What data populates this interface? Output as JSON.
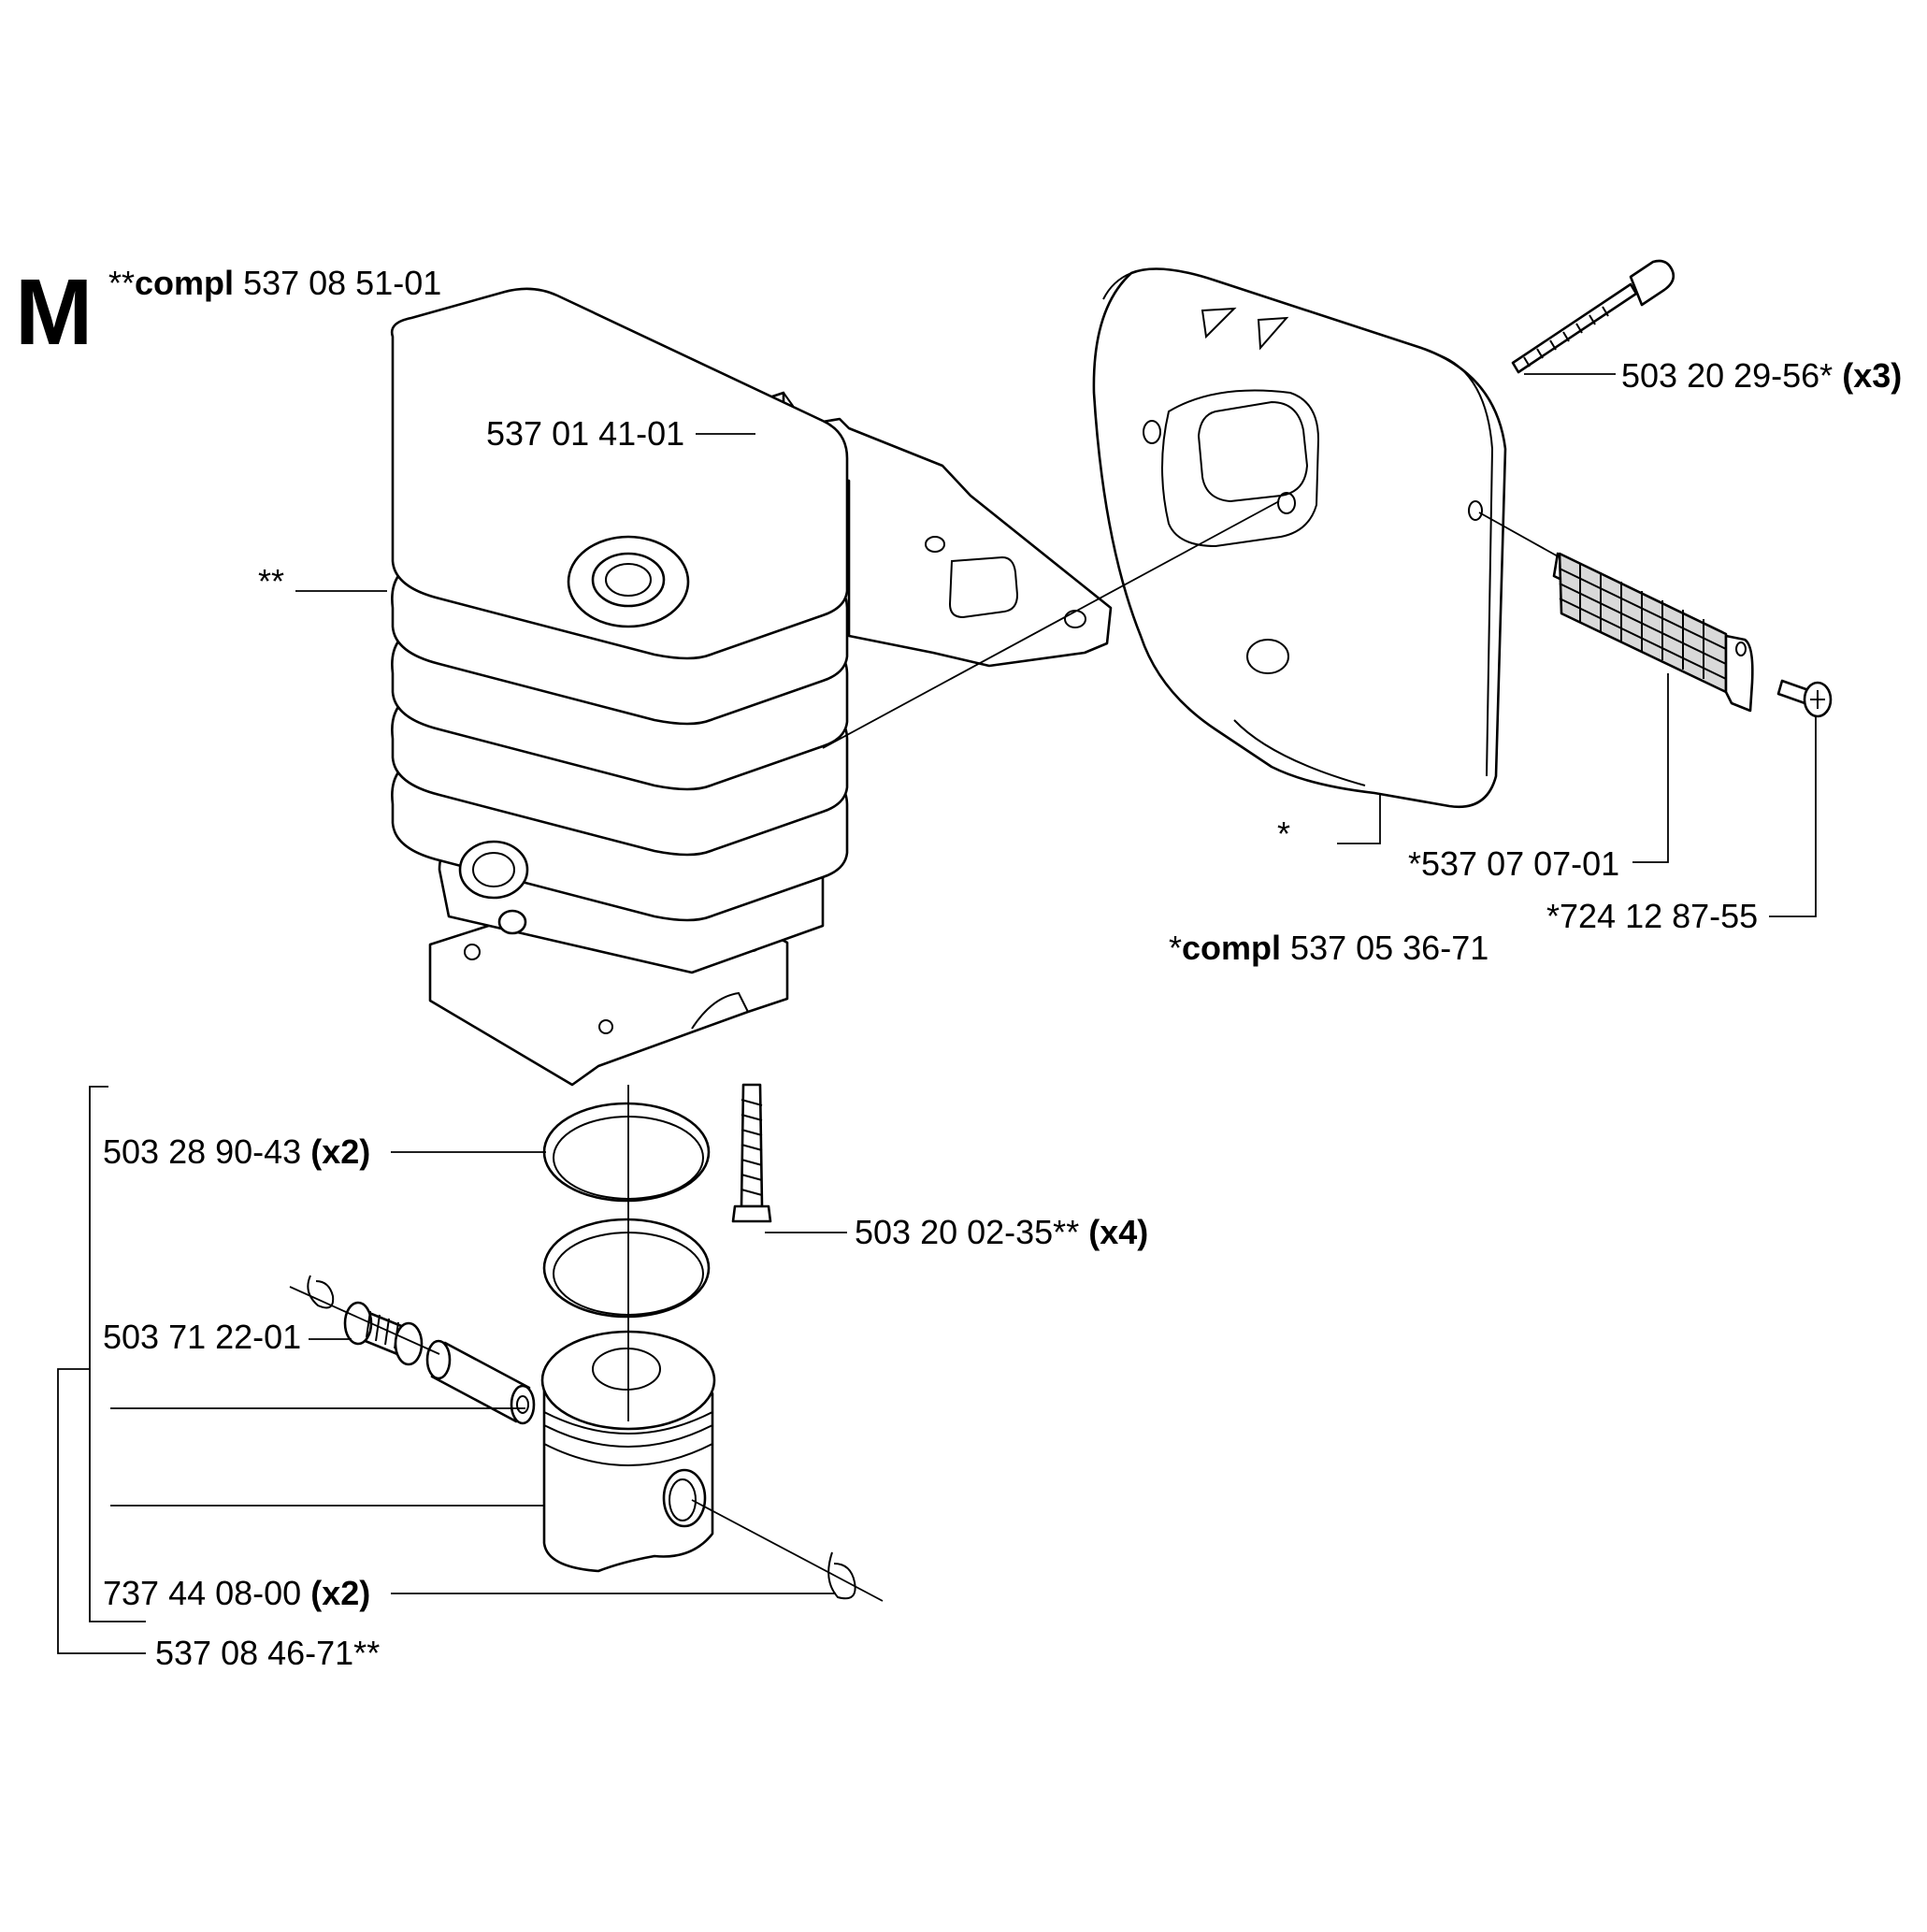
{
  "section_letter": "M",
  "assembly_cylinder": {
    "prefix": "**",
    "keyword": "compl",
    "number": "537 08 51-01"
  },
  "assembly_muffler": {
    "prefix": "*",
    "keyword": "compl",
    "number": "537 05 36-71"
  },
  "labels": {
    "bracket": "537 01 41-01",
    "cylinder_marker": "**",
    "screw_muffler": "503 20 29-56*",
    "screw_muffler_qty": "(x3)",
    "muffler_marker": "*",
    "screen": "*537 07 07-01",
    "screw_screen": "*724 12 87-55",
    "piston_ring": "503 28 90-43",
    "piston_ring_qty": "(x2)",
    "cylinder_screw": "503 20 02-35**",
    "cylinder_screw_qty": "(x4)",
    "needle_bearing": "503 71 22-01",
    "circlip": "737 44 08-00",
    "circlip_qty": "(x2)",
    "piston_kit": "537 08 46-71**"
  }
}
